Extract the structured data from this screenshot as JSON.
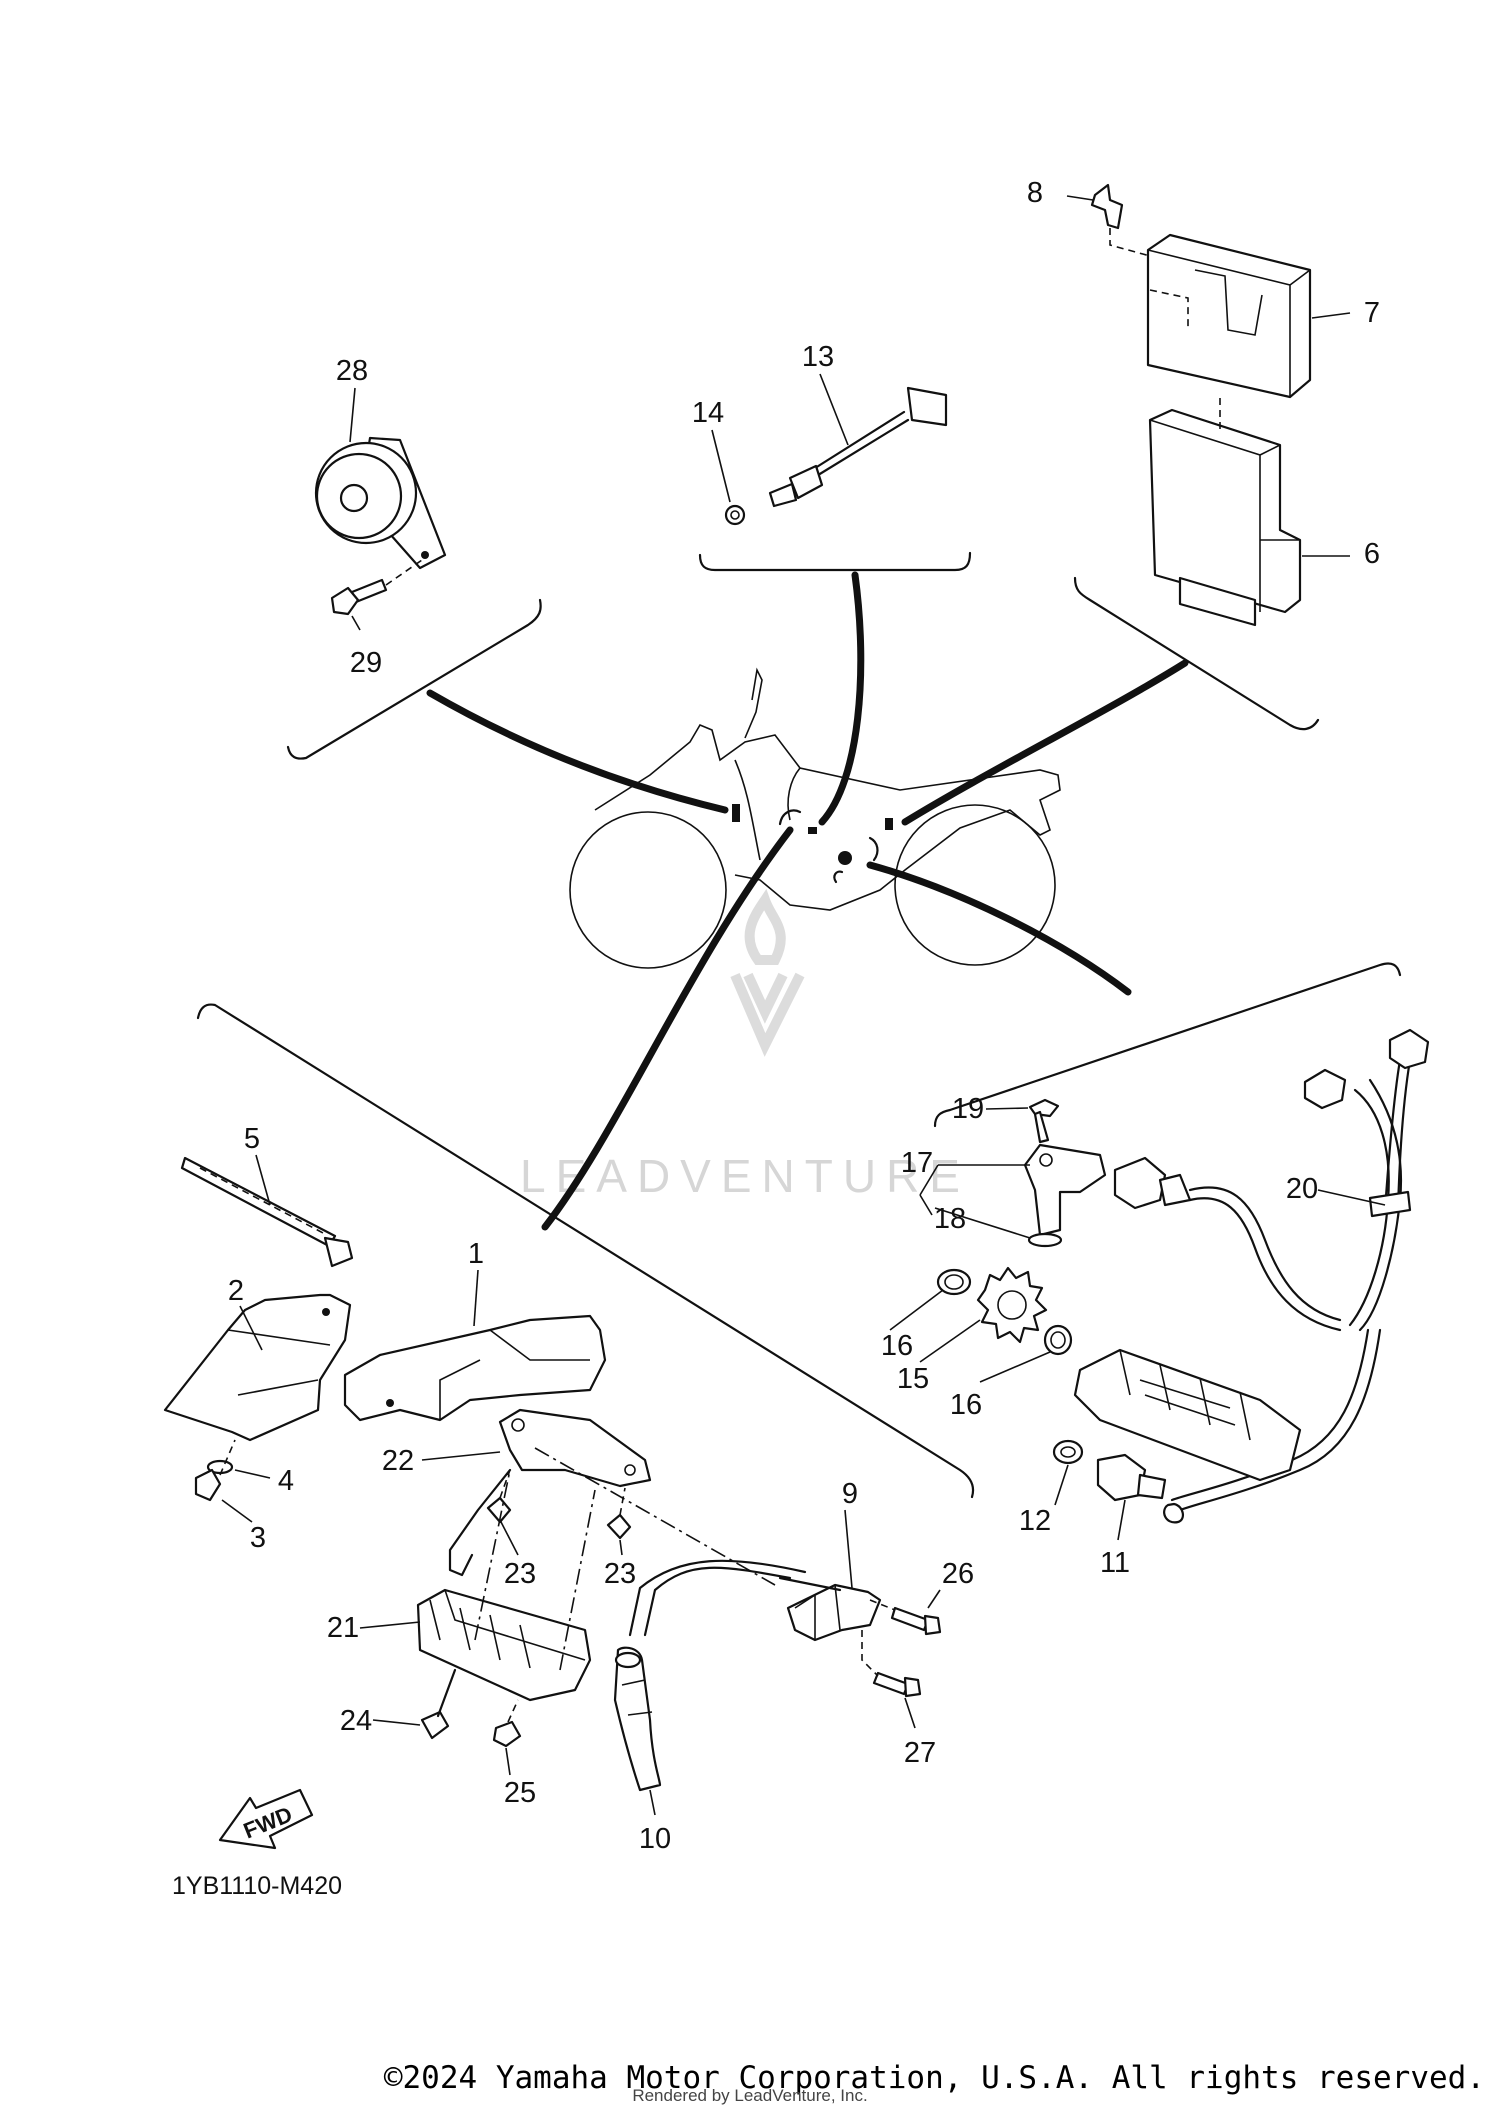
{
  "diagram_code": "1YB1110-M420",
  "fwd_label": "FWD",
  "watermark": "LEADVENTURE",
  "copyright": "©2024 Yamaha Motor Corporation, U.S.A. All rights reserved.",
  "rendered_by": "Rendered by LeadVenture, Inc.",
  "callouts": [
    {
      "id": "c28",
      "text": "28"
    },
    {
      "id": "c29",
      "text": "29"
    },
    {
      "id": "c13",
      "text": "13"
    },
    {
      "id": "c14",
      "text": "14"
    },
    {
      "id": "c8",
      "text": "8"
    },
    {
      "id": "c7",
      "text": "7"
    },
    {
      "id": "c6",
      "text": "6"
    },
    {
      "id": "c5",
      "text": "5"
    },
    {
      "id": "c2",
      "text": "2"
    },
    {
      "id": "c1",
      "text": "1"
    },
    {
      "id": "c22",
      "text": "22"
    },
    {
      "id": "c4",
      "text": "4"
    },
    {
      "id": "c3",
      "text": "3"
    },
    {
      "id": "c23a",
      "text": "23"
    },
    {
      "id": "c23b",
      "text": "23"
    },
    {
      "id": "c21",
      "text": "21"
    },
    {
      "id": "c24",
      "text": "24"
    },
    {
      "id": "c25",
      "text": "25"
    },
    {
      "id": "c9",
      "text": "9"
    },
    {
      "id": "c26",
      "text": "26"
    },
    {
      "id": "c27",
      "text": "27"
    },
    {
      "id": "c10",
      "text": "10"
    },
    {
      "id": "c19",
      "text": "19"
    },
    {
      "id": "c17",
      "text": "17"
    },
    {
      "id": "c18",
      "text": "18"
    },
    {
      "id": "c20",
      "text": "20"
    },
    {
      "id": "c16a",
      "text": "16"
    },
    {
      "id": "c15",
      "text": "15"
    },
    {
      "id": "c16b",
      "text": "16"
    },
    {
      "id": "c12",
      "text": "12"
    },
    {
      "id": "c11",
      "text": "11"
    }
  ]
}
